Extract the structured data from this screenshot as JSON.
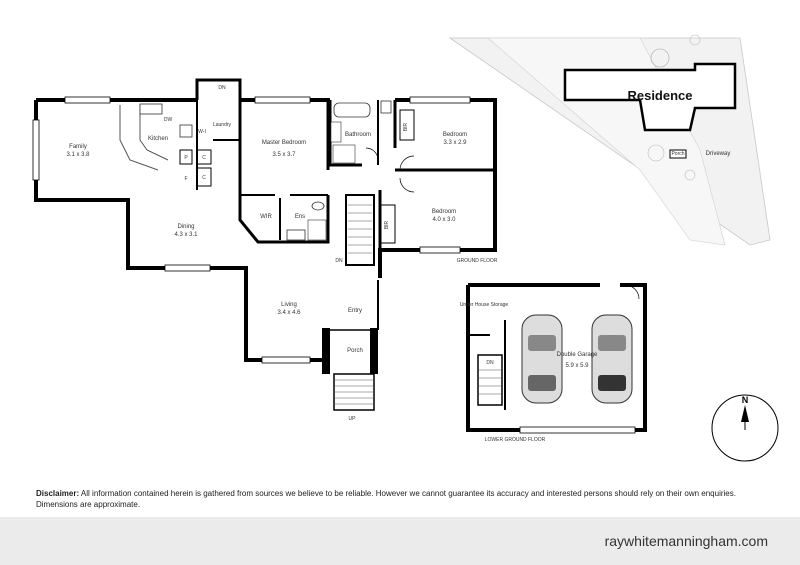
{
  "site_plan": {
    "residence_label": "Residence",
    "porch_label": "Porch",
    "driveway_label": "Driveway"
  },
  "rooms": {
    "family": {
      "name": "Family",
      "size": "3.1 x 3.8"
    },
    "kitchen": {
      "name": "Kitchen"
    },
    "dw": "DW",
    "wi": "W-I",
    "laundry": "Laundry",
    "p": "P",
    "c": "C",
    "f": "F",
    "dining": {
      "name": "Dining",
      "size": "4.3 x 3.1"
    },
    "master": {
      "name": "Master Bedroom",
      "size": "3.5 x 3.7"
    },
    "wir": "WIR",
    "ens": "Ens",
    "bathroom": "Bathroom",
    "bir": "BIR",
    "bedroom1": {
      "name": "Bedroom",
      "size": "3.3 x 2.9"
    },
    "bedroom2": {
      "name": "Bedroom",
      "size": "4.0 x 3.0"
    },
    "living": {
      "name": "Living",
      "size": "3.4 x 4.6"
    },
    "entry": "Entry",
    "porch": "Porch",
    "storage": "Under House Storage",
    "garage": {
      "name": "Double Garage",
      "size": "5.9 x 5.9"
    }
  },
  "stairs": {
    "dn": "DN",
    "up": "UP"
  },
  "floor_labels": {
    "ground": "GROUND FLOOR",
    "lower": "LOWER GROUND FLOOR"
  },
  "compass": "N",
  "disclaimer": {
    "label": "Disclaimer:",
    "text": " All information contained herein is gathered from sources we believe to be reliable. However we cannot guarantee its accuracy and interested persons should rely on their own enquiries. Dimensions are approximate."
  },
  "website": "raywhitemanningham.com",
  "colors": {
    "wall": "#000000",
    "footer_bg": "#ebebeb",
    "text": "#333333"
  }
}
